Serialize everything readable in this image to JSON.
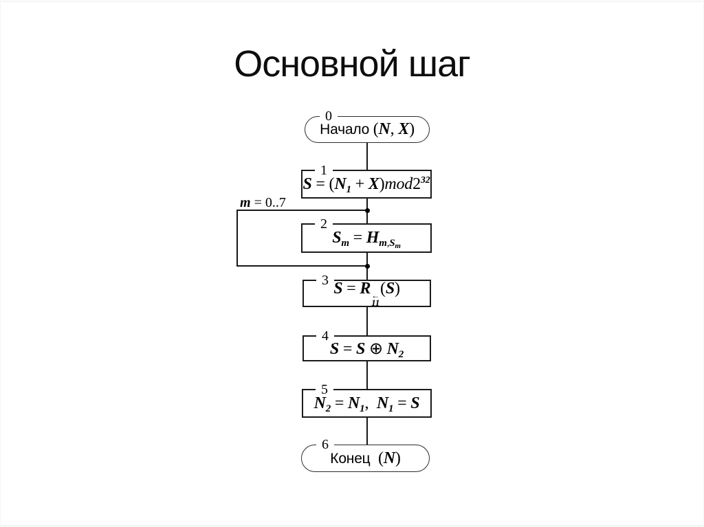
{
  "title": "Основной шаг",
  "flowchart": {
    "loop": {
      "tokens": [
        {
          "t": "m"
        },
        {
          "t": " = 0..7",
          "cls": "r"
        }
      ]
    },
    "nodes": [
      {
        "num": "0",
        "shape": "terminator",
        "tokens": [
          {
            "t": "Начало ",
            "cls": "s"
          },
          {
            "t": "(",
            "cls": "r"
          },
          {
            "t": "N"
          },
          {
            "t": ", ",
            "cls": "r"
          },
          {
            "t": "X"
          },
          {
            "t": ")",
            "cls": "r"
          }
        ]
      },
      {
        "num": "1",
        "shape": "process",
        "tokens": [
          {
            "t": "S"
          },
          {
            "t": " = (",
            "cls": "r"
          },
          {
            "t": "N",
            "sub": "1"
          },
          {
            "t": " + ",
            "cls": "r"
          },
          {
            "t": "X"
          },
          {
            "t": ")",
            "cls": "r"
          },
          {
            "t": "mod",
            "cls": "i"
          },
          {
            "t": "2",
            "cls": "r",
            "sup": "32"
          }
        ]
      },
      {
        "num": "2",
        "shape": "process",
        "tokens": [
          {
            "t": "S",
            "sub": "m"
          },
          {
            "t": " = ",
            "cls": "r"
          },
          {
            "t": "H",
            "sub": [
              {
                "t": "m"
              },
              {
                "t": ",",
                "cls": "r"
              },
              {
                "t": "S",
                "sub": "m"
              }
            ]
          }
        ]
      },
      {
        "num": "3",
        "shape": "process",
        "tokens": [
          {
            "t": "S"
          },
          {
            "t": " = ",
            "cls": "r"
          },
          {
            "t": "R",
            "stack": {
              "sup": "←",
              "sub": "11"
            }
          },
          {
            "t": "(",
            "cls": "r"
          },
          {
            "t": "S"
          },
          {
            "t": ")",
            "cls": "r"
          }
        ]
      },
      {
        "num": "4",
        "shape": "process",
        "tokens": [
          {
            "t": "S"
          },
          {
            "t": " = ",
            "cls": "r"
          },
          {
            "t": "S"
          },
          {
            "t": " ⊕ ",
            "cls": "r"
          },
          {
            "t": "N",
            "sub": "2"
          }
        ]
      },
      {
        "num": "5",
        "shape": "process",
        "tokens": [
          {
            "t": "N",
            "sub": "2"
          },
          {
            "t": " = ",
            "cls": "r"
          },
          {
            "t": "N",
            "sub": "1"
          },
          {
            "t": ",  ",
            "cls": "r"
          },
          {
            "t": "N",
            "sub": "1"
          },
          {
            "t": " = ",
            "cls": "r"
          },
          {
            "t": "S"
          }
        ]
      },
      {
        "num": "6",
        "shape": "terminator",
        "tokens": [
          {
            "t": "Конец ",
            "cls": "s"
          },
          {
            "t": " (",
            "cls": "r"
          },
          {
            "t": "N"
          },
          {
            "t": ")",
            "cls": "r"
          }
        ]
      }
    ]
  },
  "colors": {
    "line": "#161616",
    "text": "#000000",
    "background": "#ffffff"
  }
}
